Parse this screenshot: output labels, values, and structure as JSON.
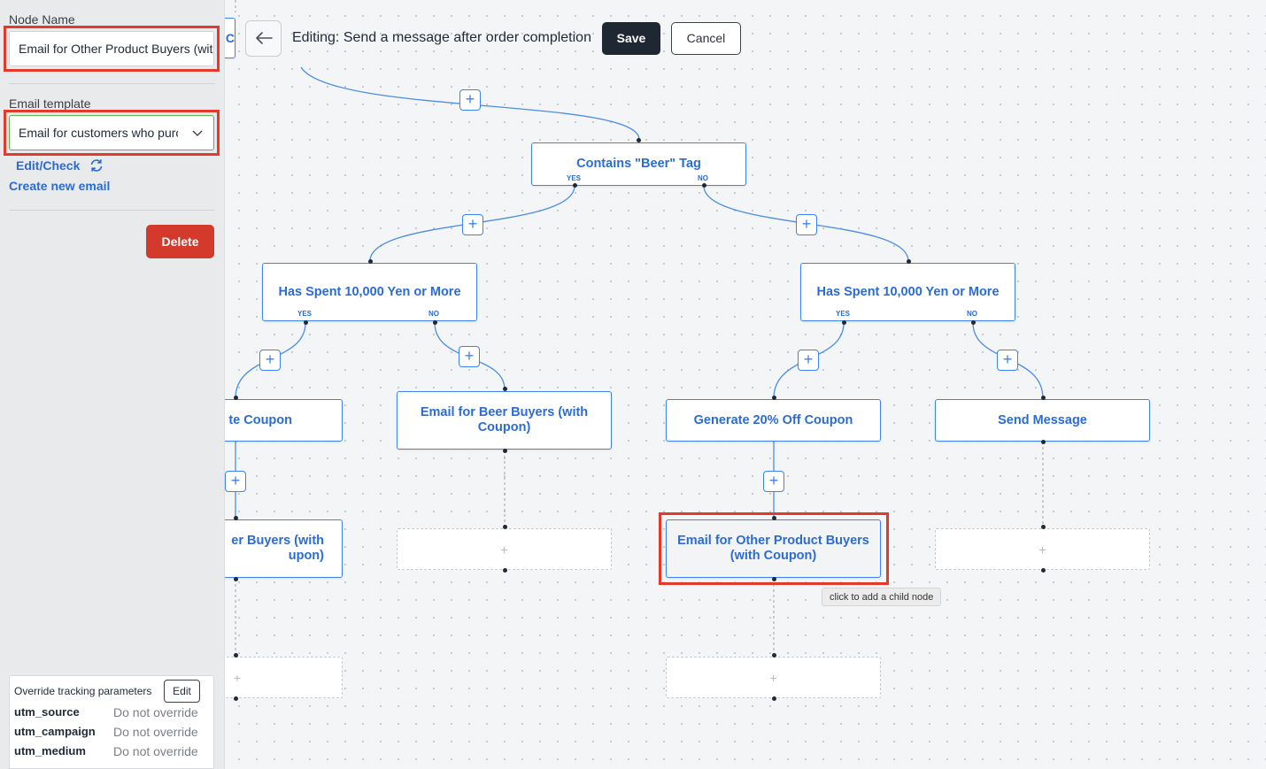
{
  "toolbar": {
    "title": "Editing: Send a message after order completion",
    "save_label": "Save",
    "cancel_label": "Cancel"
  },
  "sidebar": {
    "node_name_label": "Node Name",
    "node_name_value": "Email for Other Product Buyers (with Coupon)",
    "email_template_label": "Email template",
    "email_template_value": "Email for customers who purchased other products",
    "edit_check_label": "Edit/Check",
    "create_email_label": "Create new email",
    "delete_label": "Delete",
    "tracking": {
      "title": "Override tracking parameters",
      "edit_label": "Edit",
      "params": [
        {
          "key": "utm_source",
          "value": "Do not override"
        },
        {
          "key": "utm_campaign",
          "value": "Do not override"
        },
        {
          "key": "utm_medium",
          "value": "Do not override"
        }
      ]
    }
  },
  "flow": {
    "top_partial_label": "\"C",
    "nodes": {
      "contains_beer": {
        "label": "Contains \"Beer\" Tag",
        "yes": "YES",
        "no": "NO"
      },
      "spent_left": {
        "label": "Has Spent 10,000 Yen or More",
        "yes": "YES",
        "no": "NO"
      },
      "spent_right": {
        "label": "Has Spent 10,000 Yen or More",
        "yes": "YES",
        "no": "NO"
      },
      "coupon_left": {
        "label": "te Coupon"
      },
      "beer_email": {
        "label": "Email for Beer Buyers (with Coupon)"
      },
      "coupon_20": {
        "label": "Generate 20% Off Coupon"
      },
      "send_message": {
        "label": "Send Message"
      },
      "buyers_left": {
        "label": "er Buyers (with upon)"
      },
      "other_email": {
        "label": "Email for Other Product Buyers (with Coupon)"
      }
    },
    "add_symbol": "+",
    "tooltip": "click to add a child node"
  }
}
